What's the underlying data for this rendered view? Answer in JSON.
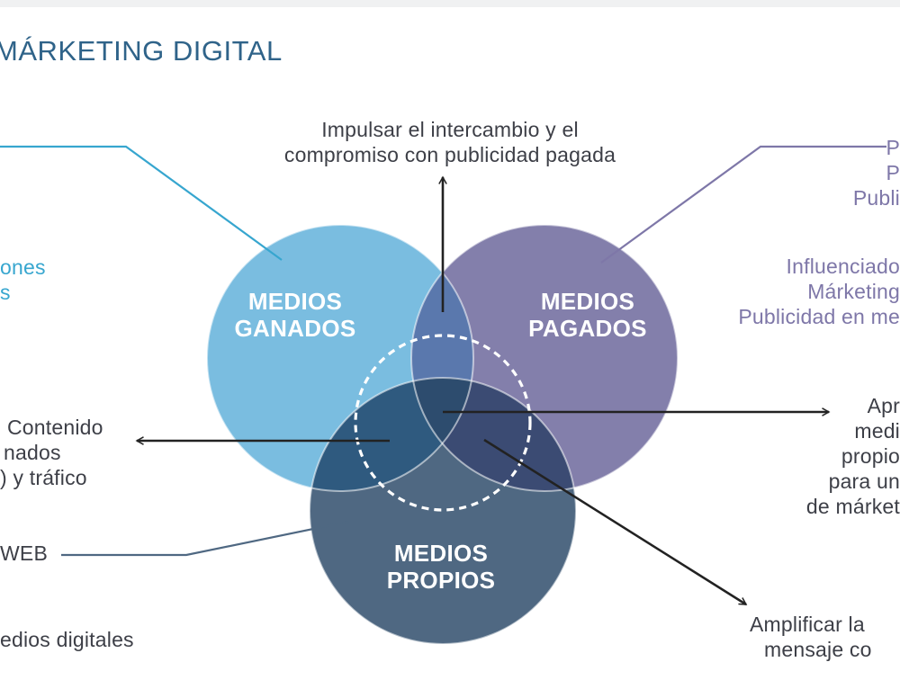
{
  "title": "MÁRKETING DIGITAL",
  "circles": {
    "ganados": [
      "MEDIOS",
      "GANADOS"
    ],
    "pagados": [
      "MEDIOS",
      "PAGADOS"
    ],
    "propios": [
      "MEDIOS",
      "PROPIOS"
    ]
  },
  "top_text": [
    "Impulsar el intercambio y el",
    "compromiso con publicidad pagada"
  ],
  "left_blue": [
    "ones",
    "s"
  ],
  "left_middle": [
    "Contenido",
    "nados",
    ") y tráfico"
  ],
  "left_web": "WEB",
  "left_bottom": "edios digitales",
  "right_purple_top": [
    "P",
    "P",
    "Publi"
  ],
  "right_purple": [
    "Influenciado",
    "Márketing",
    "Publicidad en me"
  ],
  "right_middle": [
    "Apr",
    "medi",
    "propio",
    "para un",
    "de márket"
  ],
  "bottom_right": [
    "Amplificar la",
    "mensaje co"
  ],
  "colors": {
    "ganados": "#7abde0",
    "pagados": "#837fab",
    "propios": "#4f6882",
    "title": "#2f6389",
    "accent_blue": "#37a6cf",
    "accent_purple": "#7e77a8",
    "text": "#3d3f47"
  }
}
